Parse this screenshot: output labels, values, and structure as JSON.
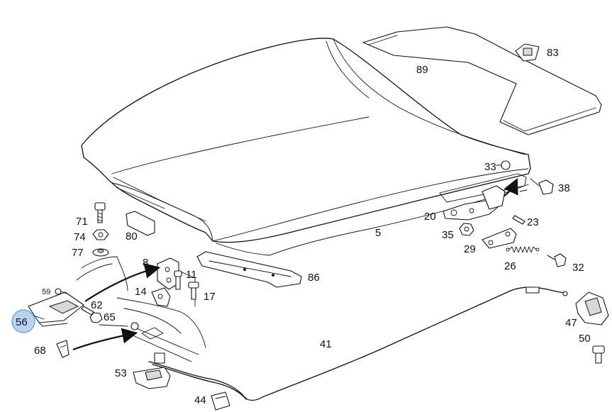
{
  "diagram": {
    "highlighted_part": "56",
    "highlight_color": "#b7d3ef",
    "callouts": {
      "p5": "5",
      "p8": "8",
      "p11": "11",
      "p14": "14",
      "p17": "17",
      "p20": "20",
      "p23": "23",
      "p26": "26",
      "p29": "29",
      "p32": "32",
      "p33": "33",
      "p35": "35",
      "p38": "38",
      "p41": "41",
      "p44": "44",
      "p47": "47",
      "p50": "50",
      "p53": "53",
      "p56": "56",
      "p59": "59",
      "p62": "62",
      "p65": "65",
      "p68": "68",
      "p71": "71",
      "p74": "74",
      "p77": "77",
      "p80": "80",
      "p83": "83",
      "p86": "86",
      "p89": "89"
    }
  }
}
